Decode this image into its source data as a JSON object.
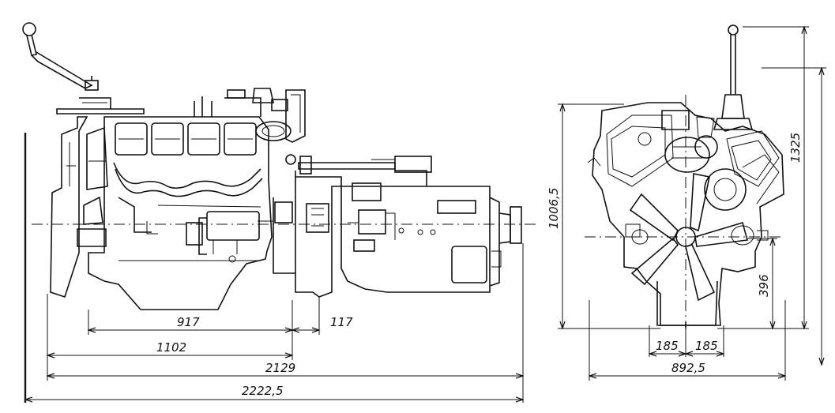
{
  "dimensions": {
    "d917": "917",
    "d117": "117",
    "d1102": "1102",
    "d2129": "2129",
    "d2222": "2222,5",
    "d1006": "1006,5",
    "d1325": "1325",
    "d396": "396",
    "d185a": "185",
    "d185b": "185",
    "d892": "892,5"
  }
}
